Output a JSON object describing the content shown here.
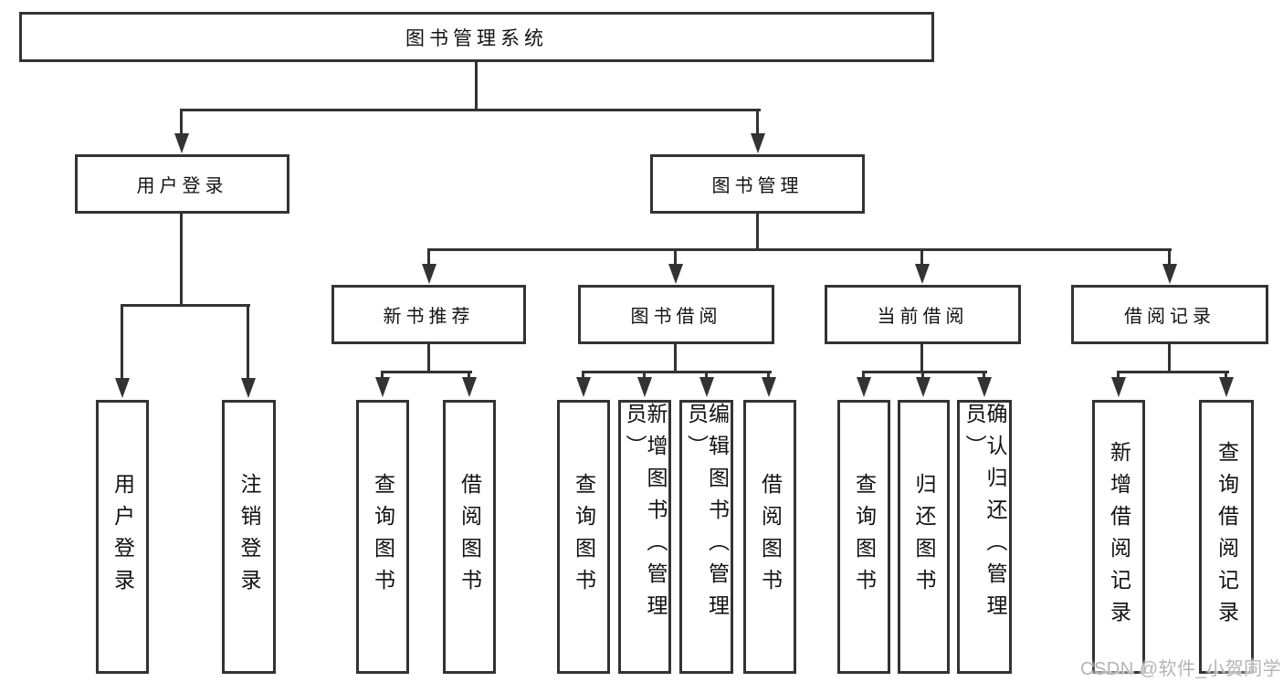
{
  "colors": {
    "line": "#333333",
    "node_border": "#333333",
    "node_fill": "#ffffff",
    "text": "#111111",
    "background": "#ffffff",
    "watermark": "#b4b4b4"
  },
  "watermark": "CSDN @软件_小贺同学",
  "nodes": {
    "root": "图书管理系统",
    "user_login": "用户登录",
    "book_mgmt": "图书管理",
    "new_book_rec": "新书推荐",
    "book_borrow": "图书借阅",
    "current_borrow": "当前借阅",
    "borrow_record": "借阅记录",
    "leaf_user_login": "用户登录",
    "leaf_logout": "注销登录",
    "leaf_query_book_1": "查询图书",
    "leaf_borrow_book_1": "借阅图书",
    "leaf_query_book_2": "查询图书",
    "leaf_add_book": "新增图书（管理员）",
    "leaf_edit_book": "编辑图书（管理员）",
    "leaf_borrow_book_2": "借阅图书",
    "leaf_query_book_3": "查询图书",
    "leaf_return_book": "归还图书",
    "leaf_confirm_return": "确认归还（管理员）",
    "leaf_add_record": "新增借阅记录",
    "leaf_query_record": "查询借阅记录"
  },
  "hierarchy": {
    "图书管理系统": [
      "用户登录",
      "图书管理"
    ],
    "用户登录": [
      "用户登录",
      "注销登录"
    ],
    "图书管理": [
      "新书推荐",
      "图书借阅",
      "当前借阅",
      "借阅记录"
    ],
    "新书推荐": [
      "查询图书",
      "借阅图书"
    ],
    "图书借阅": [
      "查询图书",
      "新增图书（管理员）",
      "编辑图书（管理员）",
      "借阅图书"
    ],
    "当前借阅": [
      "查询图书",
      "归还图书",
      "确认归还（管理员）"
    ],
    "借阅记录": [
      "新增借阅记录",
      "查询借阅记录"
    ]
  }
}
